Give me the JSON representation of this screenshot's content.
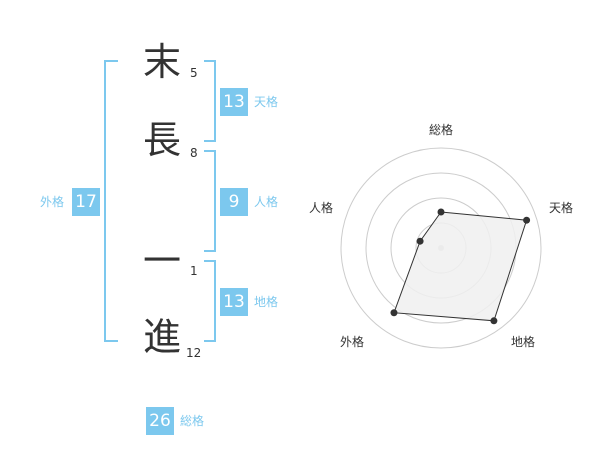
{
  "name": {
    "chars": [
      {
        "char": "末",
        "strokes": "5"
      },
      {
        "char": "長",
        "strokes": "8"
      },
      {
        "char": "一",
        "strokes": "1"
      },
      {
        "char": "進",
        "strokes": "12"
      }
    ]
  },
  "fortunes": {
    "tenkaku": {
      "value": "13",
      "label": "天格"
    },
    "jinkaku": {
      "value": "9",
      "label": "人格"
    },
    "chikaku": {
      "value": "13",
      "label": "地格"
    },
    "gaikaku": {
      "value": "17",
      "label": "外格"
    },
    "soukaku": {
      "value": "26",
      "label": "総格"
    }
  },
  "chart_data": {
    "type": "radar",
    "axes": [
      "総格",
      "天格",
      "地格",
      "外格",
      "人格"
    ],
    "values": [
      0.36,
      0.9,
      0.9,
      0.8,
      0.22
    ],
    "rings": 4,
    "fill_color": "#f0f0f0",
    "stroke_color": "#333333",
    "grid_color": "#cccccc"
  }
}
